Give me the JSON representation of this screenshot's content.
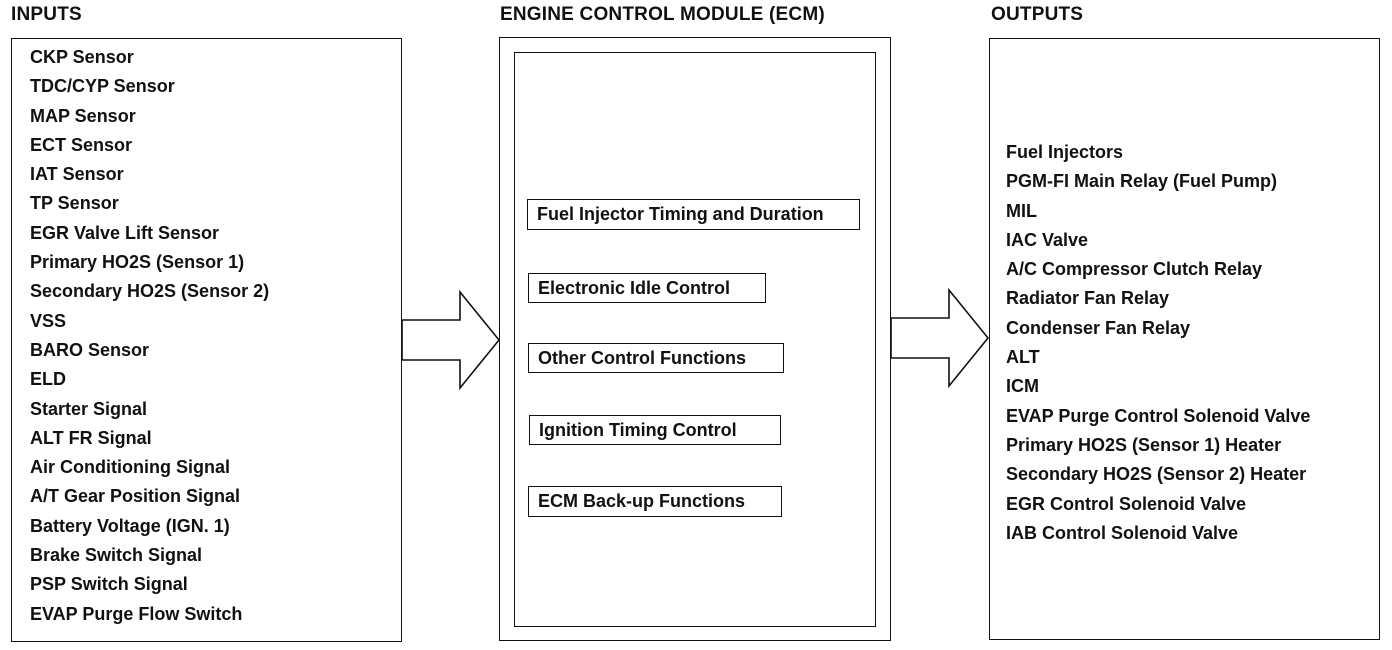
{
  "headings": {
    "inputs": "INPUTS",
    "ecm": "ENGINE CONTROL MODULE (ECM)",
    "outputs": "OUTPUTS"
  },
  "inputs": [
    "CKP Sensor",
    "TDC/CYP Sensor",
    "MAP Sensor",
    "ECT Sensor",
    "IAT Sensor",
    "TP Sensor",
    "EGR Valve Lift Sensor",
    "Primary HO2S (Sensor 1)",
    "Secondary HO2S (Sensor 2)",
    "VSS",
    "BARO Sensor",
    "ELD",
    "Starter Signal",
    "ALT FR Signal",
    "Air Conditioning Signal",
    "A/T Gear Position Signal",
    "Battery Voltage (IGN. 1)",
    "Brake Switch Signal",
    "PSP Switch Signal",
    "EVAP Purge Flow Switch"
  ],
  "ecm_functions": [
    "Fuel Injector Timing and Duration",
    "Electronic Idle Control",
    "Other Control Functions",
    "Ignition Timing Control",
    "ECM Back-up Functions"
  ],
  "outputs": [
    "Fuel Injectors",
    "PGM-FI Main Relay (Fuel Pump)",
    "MIL",
    "IAC Valve",
    "A/C Compressor Clutch Relay",
    "Radiator Fan Relay",
    "Condenser Fan Relay",
    "ALT",
    "ICM",
    "EVAP Purge Control Solenoid Valve",
    "Primary HO2S (Sensor 1) Heater",
    "Secondary HO2S (Sensor 2) Heater",
    "EGR Control Solenoid Valve",
    "IAB Control Solenoid Valve"
  ]
}
